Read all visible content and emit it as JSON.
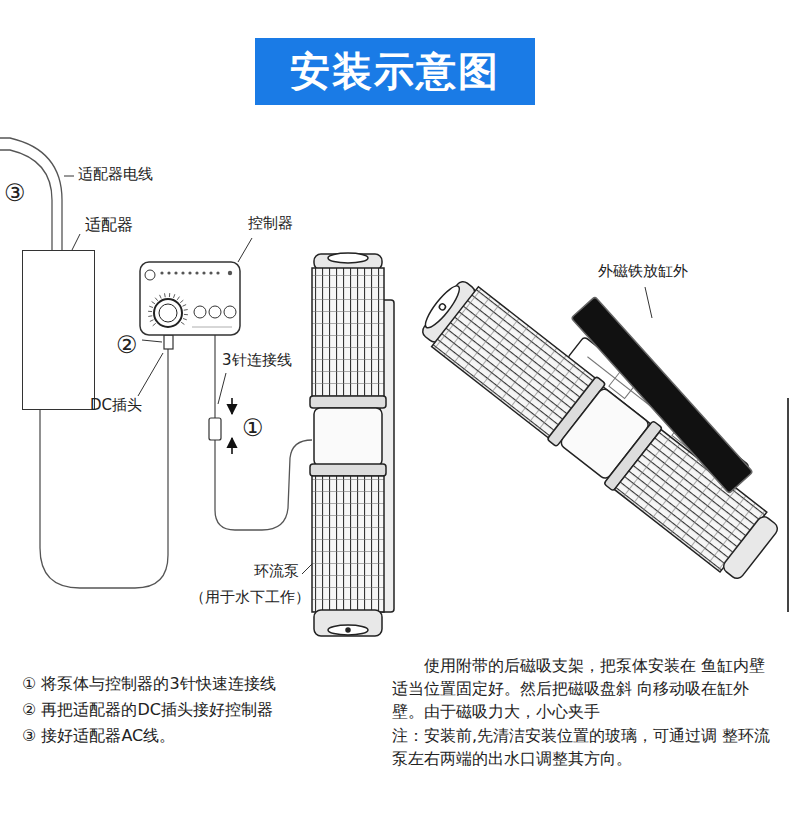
{
  "diagram": {
    "title": "安装示意图",
    "nodes": [
      {
        "text": [
          "适配器"
        ]
      }
    ],
    "labels": [
      "适配器电线",
      "③",
      "控制器",
      "②",
      "3针连接线",
      "DC插头",
      "①",
      "环流泵",
      "（用于水下工作）",
      "外磁铁放缸外",
      "① 将泵体与控制器的3针快速连接线",
      "② 再把适配器的DC插头接好控制器",
      "③ 接好适配器AC线。",
      "使用附带的后磁吸支架，把泵体安装在 鱼缸内壁适当位置固定好。然后把磁吸盘斜 向移动吸在缸外壁。由于磁吸力大，小心夹手",
      "注：安装前,先清洁安装位置的玻璃，可通过调 整环流泵左右两端的出水口调整其方向。"
    ]
  }
}
